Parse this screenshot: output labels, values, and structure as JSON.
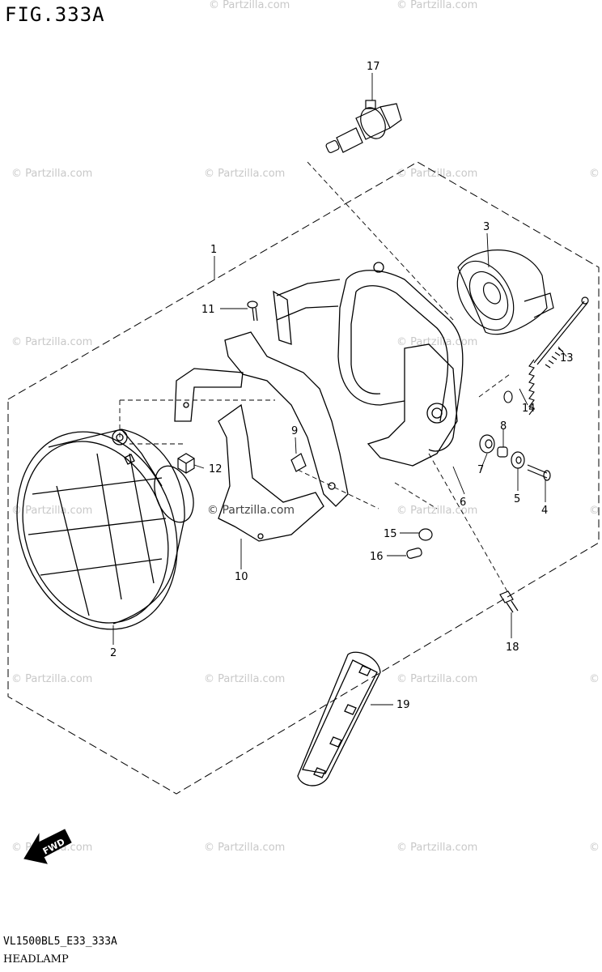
{
  "figure_title": "FIG.333A",
  "footer_code": "VL1500BL5_E33_333A",
  "footer_name": "HEADLAMP",
  "fwd_label": "FWD",
  "watermark": "© Partzilla.com",
  "callouts": [
    "1",
    "2",
    "3",
    "4",
    "5",
    "6",
    "7",
    "8",
    "9",
    "10",
    "11",
    "12",
    "13",
    "14",
    "15",
    "16",
    "17",
    "18",
    "19"
  ]
}
